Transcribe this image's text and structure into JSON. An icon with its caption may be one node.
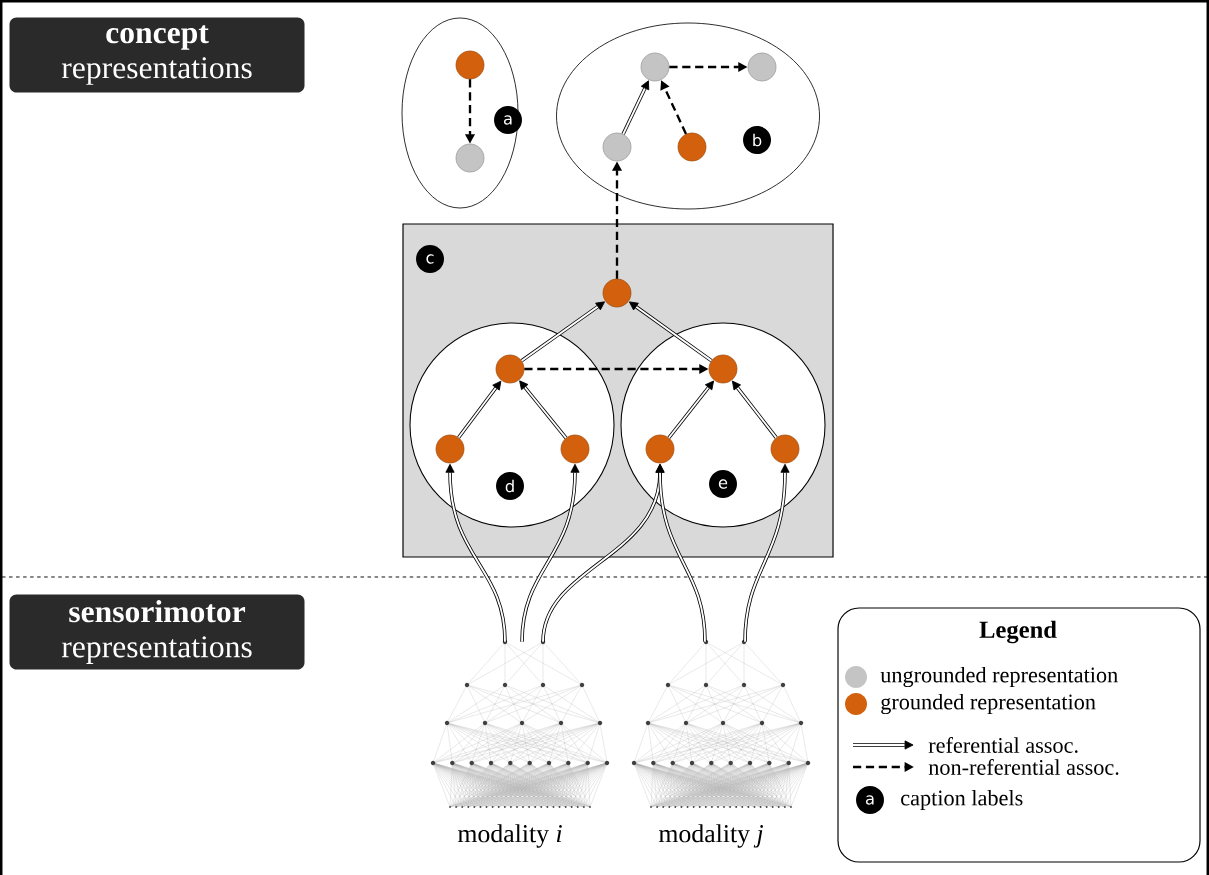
{
  "diagram": {
    "nodes": [
      {
        "text": [
          "concept",
          "representations"
        ]
      },
      {
        "text": [
          "sensorimotor",
          "representations"
        ]
      },
      {
        "text": [],
        "shape": "ellipse"
      },
      {
        "text": [],
        "shape": "sphere",
        "in": 2
      },
      {
        "text": [],
        "shape": "sphere",
        "in": 2
      },
      {
        "text": [
          "a"
        ],
        "in": 2
      },
      {
        "text": [],
        "shape": "ellipse"
      },
      {
        "text": [],
        "shape": "sphere",
        "in": 6
      },
      {
        "text": [],
        "shape": "sphere",
        "in": 6
      },
      {
        "text": [],
        "shape": "sphere",
        "in": 6
      },
      {
        "text": [],
        "shape": "sphere",
        "in": 6
      },
      {
        "text": [
          "b"
        ],
        "in": 6
      },
      {
        "text": [],
        "shape": "box"
      },
      {
        "text": [
          "c"
        ],
        "in": 12
      },
      {
        "text": [],
        "shape": "sphere",
        "in": 12
      },
      {
        "text": [],
        "shape": "circle",
        "in": 12
      },
      {
        "text": [],
        "shape": "sphere",
        "in": 15
      },
      {
        "text": [],
        "shape": "sphere",
        "in": 15
      },
      {
        "text": [],
        "shape": "sphere",
        "in": 15
      },
      {
        "text": [
          "d"
        ],
        "in": 15
      },
      {
        "text": [],
        "shape": "circle",
        "in": 12
      },
      {
        "text": [],
        "shape": "sphere",
        "in": 20
      },
      {
        "text": [],
        "shape": "sphere",
        "in": 20
      },
      {
        "text": [],
        "shape": "sphere",
        "in": 20
      },
      {
        "text": [
          "e"
        ],
        "in": 20
      },
      {
        "text": [],
        "shape": "network",
        "beside": [
          "modality *i*"
        ]
      },
      {
        "text": [],
        "shape": "network",
        "beside": [
          "modality *j*"
        ]
      },
      {
        "text": [
          "a"
        ]
      }
    ],
    "edges": [
      {
        "from": 3,
        "to": 4,
        "arrow": "to",
        "style": "dashed"
      },
      {
        "from": 7,
        "to": 8,
        "arrow": "to",
        "style": "dashed"
      },
      {
        "from": 9,
        "to": 7,
        "arrow": "to"
      },
      {
        "from": 10,
        "to": 7,
        "arrow": "to",
        "style": "dashed"
      },
      {
        "from": 14,
        "to": 9,
        "arrow": "to",
        "style": "dashed"
      },
      {
        "from": 16,
        "to": 14,
        "arrow": "to"
      },
      {
        "from": 21,
        "to": 14,
        "arrow": "to"
      },
      {
        "from": 16,
        "to": 21,
        "arrow": "to",
        "style": "dashed"
      },
      {
        "from": 17,
        "to": 16,
        "arrow": "to"
      },
      {
        "from": 18,
        "to": 16,
        "arrow": "to"
      },
      {
        "from": 22,
        "to": 21,
        "arrow": "to"
      },
      {
        "from": 23,
        "to": 21,
        "arrow": "to"
      },
      {
        "from": 25,
        "to": 17,
        "arrow": "to"
      },
      {
        "from": 25,
        "to": 18,
        "arrow": "to"
      },
      {
        "from": 25,
        "to": 22,
        "arrow": "to"
      },
      {
        "from": 26,
        "to": 22,
        "arrow": "to"
      },
      {
        "from": 26,
        "to": 23,
        "arrow": "to"
      }
    ],
    "labels": [
      "Legend"
    ],
    "legend": [
      {
        "text": "ungrounded representation",
        "color": "#c4c4c4"
      },
      {
        "text": "grounded representation",
        "color": "#d2600c"
      },
      {
        "text": "referential assoc."
      },
      {
        "text": "non-referential assoc."
      },
      {
        "text": "caption labels"
      }
    ]
  }
}
